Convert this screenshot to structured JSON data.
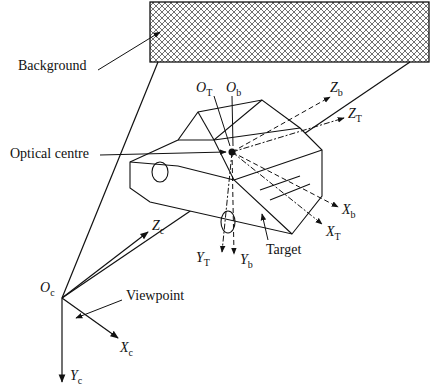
{
  "diagram": {
    "labels": [
      "Background",
      "OT",
      "Ob",
      "Zb",
      "ZT",
      "Optical centre",
      "Xb",
      "XT",
      "YT",
      "Yb",
      "Target",
      "Zc",
      "Oc",
      "Viewpoint",
      "Xc",
      "Yc"
    ]
  }
}
